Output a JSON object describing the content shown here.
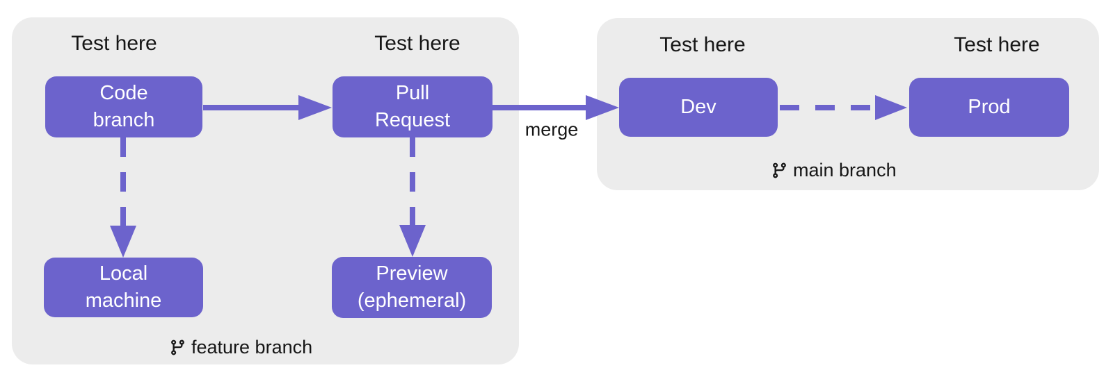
{
  "diagram": {
    "test_labels": [
      "Test here",
      "Test here",
      "Test here",
      "Test here"
    ],
    "nodes": {
      "code_branch": {
        "lines": [
          "Code",
          "branch"
        ]
      },
      "pull_request": {
        "lines": [
          "Pull",
          "Request"
        ]
      },
      "local_machine": {
        "lines": [
          "Local",
          "machine"
        ]
      },
      "preview": {
        "lines": [
          "Preview",
          "(ephemeral)"
        ]
      },
      "dev": {
        "lines": [
          "Dev"
        ]
      },
      "prod": {
        "lines": [
          "Prod"
        ]
      }
    },
    "edges": {
      "merge_label": "merge"
    },
    "groups": {
      "feature": {
        "label": "feature branch",
        "icon": "git-branch-icon"
      },
      "main": {
        "label": "main branch",
        "icon": "git-branch-icon"
      }
    },
    "colors": {
      "node_fill": "#6C63CC",
      "node_text": "#FFFFFF",
      "group_fill": "#ECECEC",
      "label_text": "#161616",
      "canvas_bg": "#FFFFFF"
    }
  }
}
